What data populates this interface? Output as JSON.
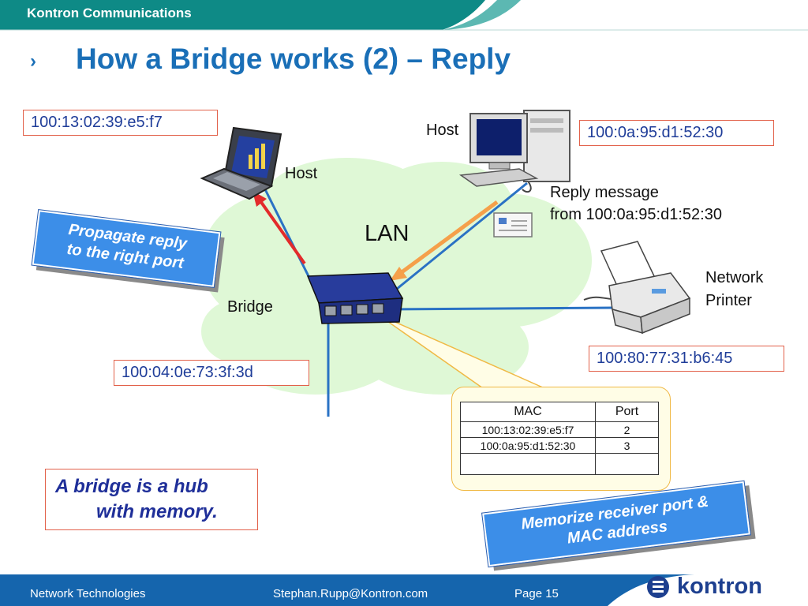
{
  "header": {
    "brand": "Kontron Communications"
  },
  "title": {
    "bullet": "›",
    "text": "How a Bridge works (2) – Reply"
  },
  "diagram": {
    "lan_label": "LAN",
    "laptop": {
      "label": "Host",
      "mac": "100:13:02:39:e5:f7"
    },
    "desktop": {
      "label": "Host",
      "mac": "100:0a:95:d1:52:30"
    },
    "printer": {
      "label_line1": "Network",
      "label_line2": "Printer",
      "mac": "100:80:77:31:b6:45"
    },
    "bridge": {
      "label": "Bridge",
      "mac": "100:04:0e:73:3f:3d"
    },
    "reply_message": {
      "line1": "Reply message",
      "line2": "from 100:0a:95:d1:52:30"
    },
    "note_propagate": {
      "line1": "Propagate reply",
      "line2": "to the right port"
    },
    "note_memorize": {
      "line1": "Memorize receiver port &",
      "line2": "MAC address"
    },
    "hub_note": {
      "line1": "A bridge is a hub",
      "line2": "with memory."
    },
    "mac_table": {
      "headers": [
        "MAC",
        "Port"
      ],
      "rows": [
        [
          "100:13:02:39:e5:f7",
          "2"
        ],
        [
          "100:0a:95:d1:52:30",
          "3"
        ],
        [
          "",
          ""
        ]
      ]
    }
  },
  "footer": {
    "left": "Network Technologies",
    "center": "Stephan.Rupp@Kontron.com",
    "page": "Page 15",
    "logo": "kontron"
  },
  "colors": {
    "brand_blue": "#1a6fb7",
    "header_teal": "#0e8a86",
    "footer_blue": "#1565ad",
    "mac_box_border": "#e2614a",
    "cloud": "#dff8d6",
    "arrow_red": "#e32b2b",
    "arrow_orange": "#f5a04a",
    "line_blue": "#2a72c4",
    "note_blue": "#3c8ee8"
  }
}
